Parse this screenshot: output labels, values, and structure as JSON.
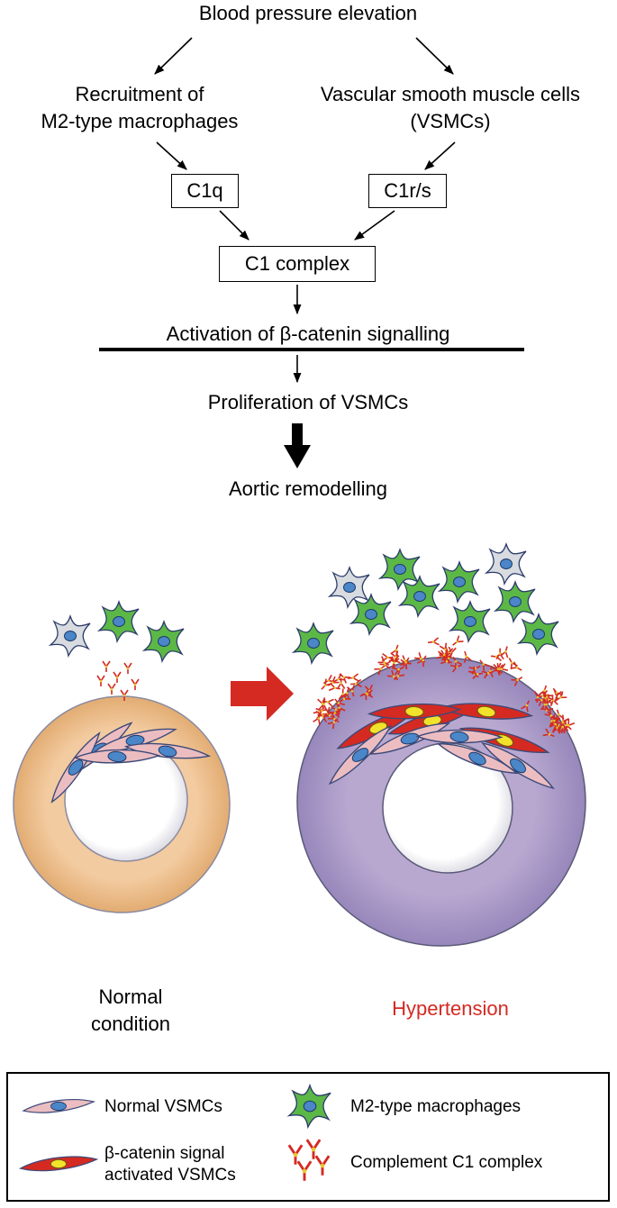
{
  "flow": {
    "top": "Blood pressure elevation",
    "left_line1": "Recruitment of",
    "left_line2": "M2-type macrophages",
    "right_line1": "Vascular smooth muscle cells",
    "right_line2": "(VSMCs)",
    "box_c1q": "C1q",
    "box_c1rs": "C1r/s",
    "box_c1": "C1 complex",
    "activation": "Activation of β-catenin signalling",
    "proliferation": "Proliferation of VSMCs",
    "remodelling": "Aortic remodelling"
  },
  "panels": {
    "normal_line1": "Normal",
    "normal_line2": "condition",
    "hypertension": "Hypertension"
  },
  "legend": {
    "normal_vsmc": "Normal VSMCs",
    "macrophage": "M2-type macrophages",
    "activated_line1": "β-catenin signal",
    "activated_line2": "activated VSMCs",
    "c1": "Complement C1 complex"
  },
  "colors": {
    "normal_aorta": "#f0c596",
    "hypertensive_aorta": "#b3a3cc",
    "macrophage": "#5cb846",
    "normal_vsmc": "#eab9bd",
    "activated_vsmc": "#d42a22",
    "nucleus": "#4a86c8",
    "activated_nucleus": "#f2e22c",
    "arrow_red": "#d42a22",
    "hypertension_text": "#d42a22"
  }
}
